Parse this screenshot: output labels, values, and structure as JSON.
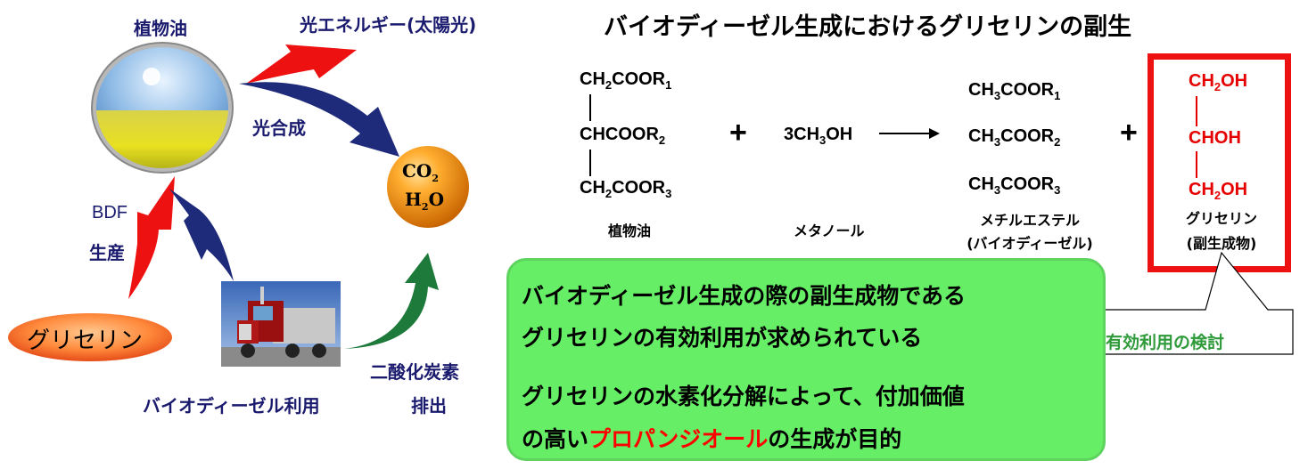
{
  "cycle": {
    "plant_oil_label": "植物油",
    "sunlight_label": "光エネルギー(太陽光)",
    "photosynthesis_label": "光合成",
    "co2_label": "CO",
    "co2_sub": "2",
    "h2o_h": "H",
    "h2o_sub": "2",
    "h2o_o": "O",
    "bdf_label": "BDF",
    "production_label": "生産",
    "glycerin_label": "グリセリン",
    "biodiesel_use_label": "バイオディーゼル利用",
    "co2_emission_line1": "二酸化炭素",
    "co2_emission_line2": "排出"
  },
  "reaction": {
    "title": "バイオディーゼル生成におけるグリセリンの副生",
    "reactant": {
      "line1": {
        "main": "CH",
        "sub1": "2",
        "mid": "COOR",
        "sub2": "1"
      },
      "line2": {
        "main": "CHCOOR",
        "sub2": "2"
      },
      "line3": {
        "main": "CH",
        "sub1": "2",
        "mid": "COOR",
        "sub2": "3"
      },
      "label": "植物油"
    },
    "plus1": "+",
    "methanol": {
      "pre": "3CH",
      "sub": "3",
      "post": "OH",
      "label": "メタノール"
    },
    "ester": {
      "line1": {
        "main": "CH",
        "sub1": "3",
        "mid": "COOR",
        "sub2": "1"
      },
      "line2": {
        "main": "CH",
        "sub1": "3",
        "mid": "COOR",
        "sub2": "2"
      },
      "line3": {
        "main": "CH",
        "sub1": "3",
        "mid": "COOR",
        "sub2": "3"
      },
      "label1": "メチルエステル",
      "label2": "(バイオディーゼル)"
    },
    "plus2": "+",
    "glycerin": {
      "line1": {
        "main": "CH",
        "sub": "2",
        "post": "OH"
      },
      "line2": "CHOH",
      "line3": {
        "main": "CH",
        "sub": "2",
        "post": "OH"
      },
      "label1": "グリセリン",
      "label2": "(副生成物)"
    },
    "callout": "有効利用の検討"
  },
  "summary": {
    "line1": "バイオディーゼル生成の際の副生成物である",
    "line2": "グリセリンの有効利用が求められている",
    "line3": "グリセリンの水素化分解によって、付加価値",
    "line4_pre": "の高い",
    "line4_red": "プロパンジオール",
    "line4_post": "の生成が目的"
  },
  "colors": {
    "navy": "#1a1a6e",
    "red": "#e60000",
    "green_box": "#66ee66",
    "callout_text": "#2e9a3a"
  }
}
